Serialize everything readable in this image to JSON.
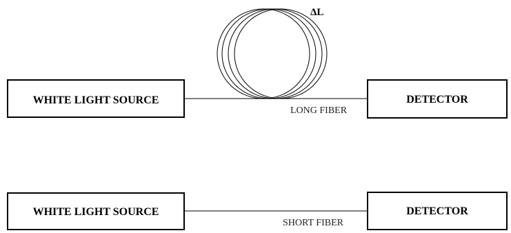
{
  "top_setup": {
    "source_label": "WHITE LIGHT SOURCE",
    "detector_label": "DETECTOR",
    "fiber_label": "LONG FIBER",
    "coil_label": "ΔL"
  },
  "bottom_setup": {
    "source_label": "WHITE LIGHT SOURCE",
    "detector_label": "DETECTOR",
    "fiber_label": "SHORT FIBER"
  }
}
